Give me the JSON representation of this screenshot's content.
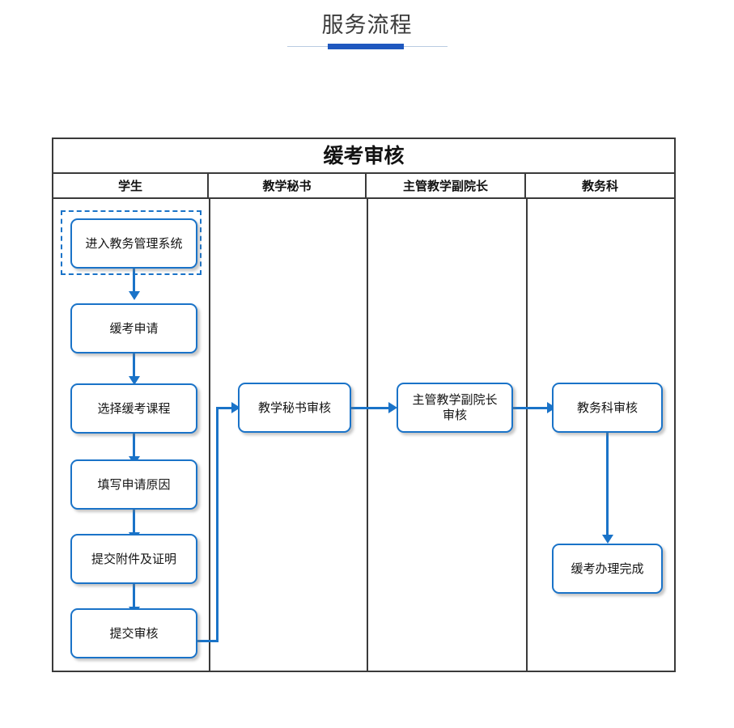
{
  "page": {
    "title": "服务流程",
    "accent_color": "#1f58bf",
    "rule_color": "#b9cbe2"
  },
  "diagram": {
    "title": "缓考审核",
    "node_border_color": "#1a73c8",
    "connector_color": "#1a73c8",
    "table_border_color": "#3a3a3a",
    "lanes": [
      {
        "label": "学生"
      },
      {
        "label": "教学秘书"
      },
      {
        "label": "主管教学副院长"
      },
      {
        "label": "教务科"
      }
    ],
    "nodes": [
      {
        "id": "n1",
        "lane": 0,
        "label": "进入教务管理系统",
        "selected": true
      },
      {
        "id": "n2",
        "lane": 0,
        "label": "缓考申请",
        "selected": false
      },
      {
        "id": "n3",
        "lane": 0,
        "label": "选择缓考课程",
        "selected": false
      },
      {
        "id": "n4",
        "lane": 0,
        "label": "填写申请原因",
        "selected": false
      },
      {
        "id": "n5",
        "lane": 0,
        "label": "提交附件及证明",
        "selected": false
      },
      {
        "id": "n6",
        "lane": 0,
        "label": "提交审核",
        "selected": false
      },
      {
        "id": "n7",
        "lane": 1,
        "label": "教学秘书审核",
        "selected": false
      },
      {
        "id": "n8",
        "lane": 2,
        "label": "主管教学副院长\n审核",
        "selected": false
      },
      {
        "id": "n9",
        "lane": 3,
        "label": "教务科审核",
        "selected": false
      },
      {
        "id": "n10",
        "lane": 3,
        "label": "缓考办理完成",
        "selected": false
      }
    ],
    "edges": [
      {
        "from": "n1",
        "to": "n2",
        "direction": "down"
      },
      {
        "from": "n2",
        "to": "n3",
        "direction": "down"
      },
      {
        "from": "n3",
        "to": "n4",
        "direction": "down"
      },
      {
        "from": "n4",
        "to": "n5",
        "direction": "down"
      },
      {
        "from": "n5",
        "to": "n6",
        "direction": "down"
      },
      {
        "from": "n6",
        "to": "n7",
        "direction": "right-up-right"
      },
      {
        "from": "n7",
        "to": "n8",
        "direction": "right"
      },
      {
        "from": "n8",
        "to": "n9",
        "direction": "right"
      },
      {
        "from": "n9",
        "to": "n10",
        "direction": "down"
      }
    ]
  }
}
